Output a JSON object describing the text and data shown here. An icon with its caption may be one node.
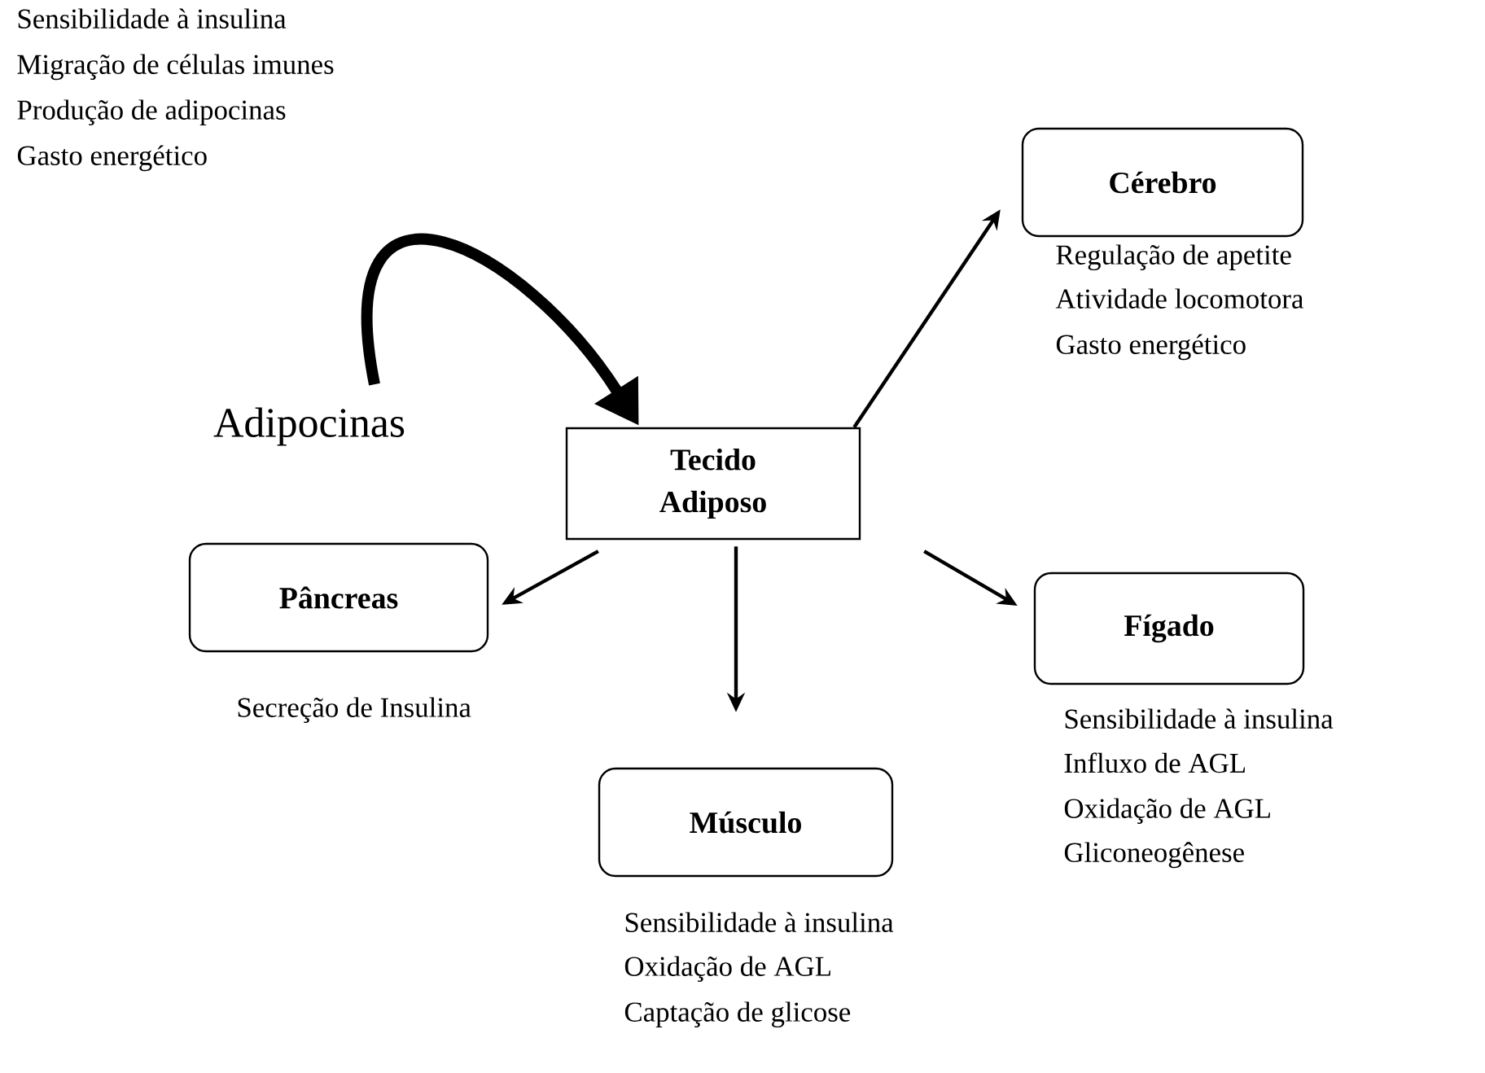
{
  "diagram": {
    "nodes": [
      {
        "text": [
          "Tecido Adiposo"
        ]
      },
      {
        "text": [
          "Cérebro"
        ],
        "beside": [
          "Regulação de apetite",
          "Atividade locomotora",
          "Gasto energético"
        ]
      },
      {
        "text": [
          "Pâncreas"
        ],
        "beside": [
          "Secreção de Insulina"
        ]
      },
      {
        "text": [
          "Músculo"
        ],
        "beside": [
          "Sensibilidade à insulina",
          "Oxidação de AGL",
          "Captação de glicose"
        ]
      },
      {
        "text": [
          "Fígado"
        ],
        "beside": [
          "Sensibilidade à insulina",
          "Influxo de AGL",
          "Oxidação de AGL",
          "Gliconeogênese"
        ]
      },
      {
        "text": [
          "Adipocinas"
        ]
      }
    ],
    "edges": [
      {
        "from": 0,
        "to": 1,
        "arrow": "to"
      },
      {
        "from": 0,
        "to": 2,
        "arrow": "to"
      },
      {
        "from": 0,
        "to": 3,
        "arrow": "to"
      },
      {
        "from": 0,
        "to": 4,
        "arrow": "to"
      },
      {
        "from": 5,
        "to": 0,
        "arrow": "to",
        "style": "thick"
      }
    ],
    "labels": [
      "Sensibilidade à insulina",
      "Migração de células imunes",
      "Produção de adipocinas",
      "Gasto energético"
    ]
  }
}
